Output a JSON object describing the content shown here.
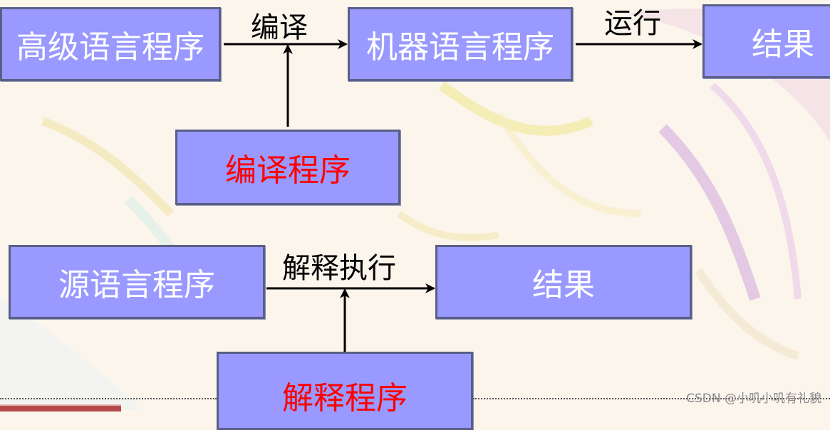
{
  "compile_flow": {
    "source_box": "高级语言程序",
    "edge_label": "编译",
    "target_box": "机器语言程序",
    "run_label": "运行",
    "result_box": "结果",
    "tool_box": "编译程序"
  },
  "interpret_flow": {
    "source_box": "源语言程序",
    "edge_label": "解释执行",
    "result_box": "结果",
    "tool_box": "解释程序"
  },
  "watermark": "CSDN @小叽小叽有礼貌",
  "colors": {
    "box_fill": "#9999ff",
    "box_border": "#5a5f86",
    "box_text": "#ffffff",
    "tool_text": "#ff0000",
    "arrow": "#000000"
  }
}
